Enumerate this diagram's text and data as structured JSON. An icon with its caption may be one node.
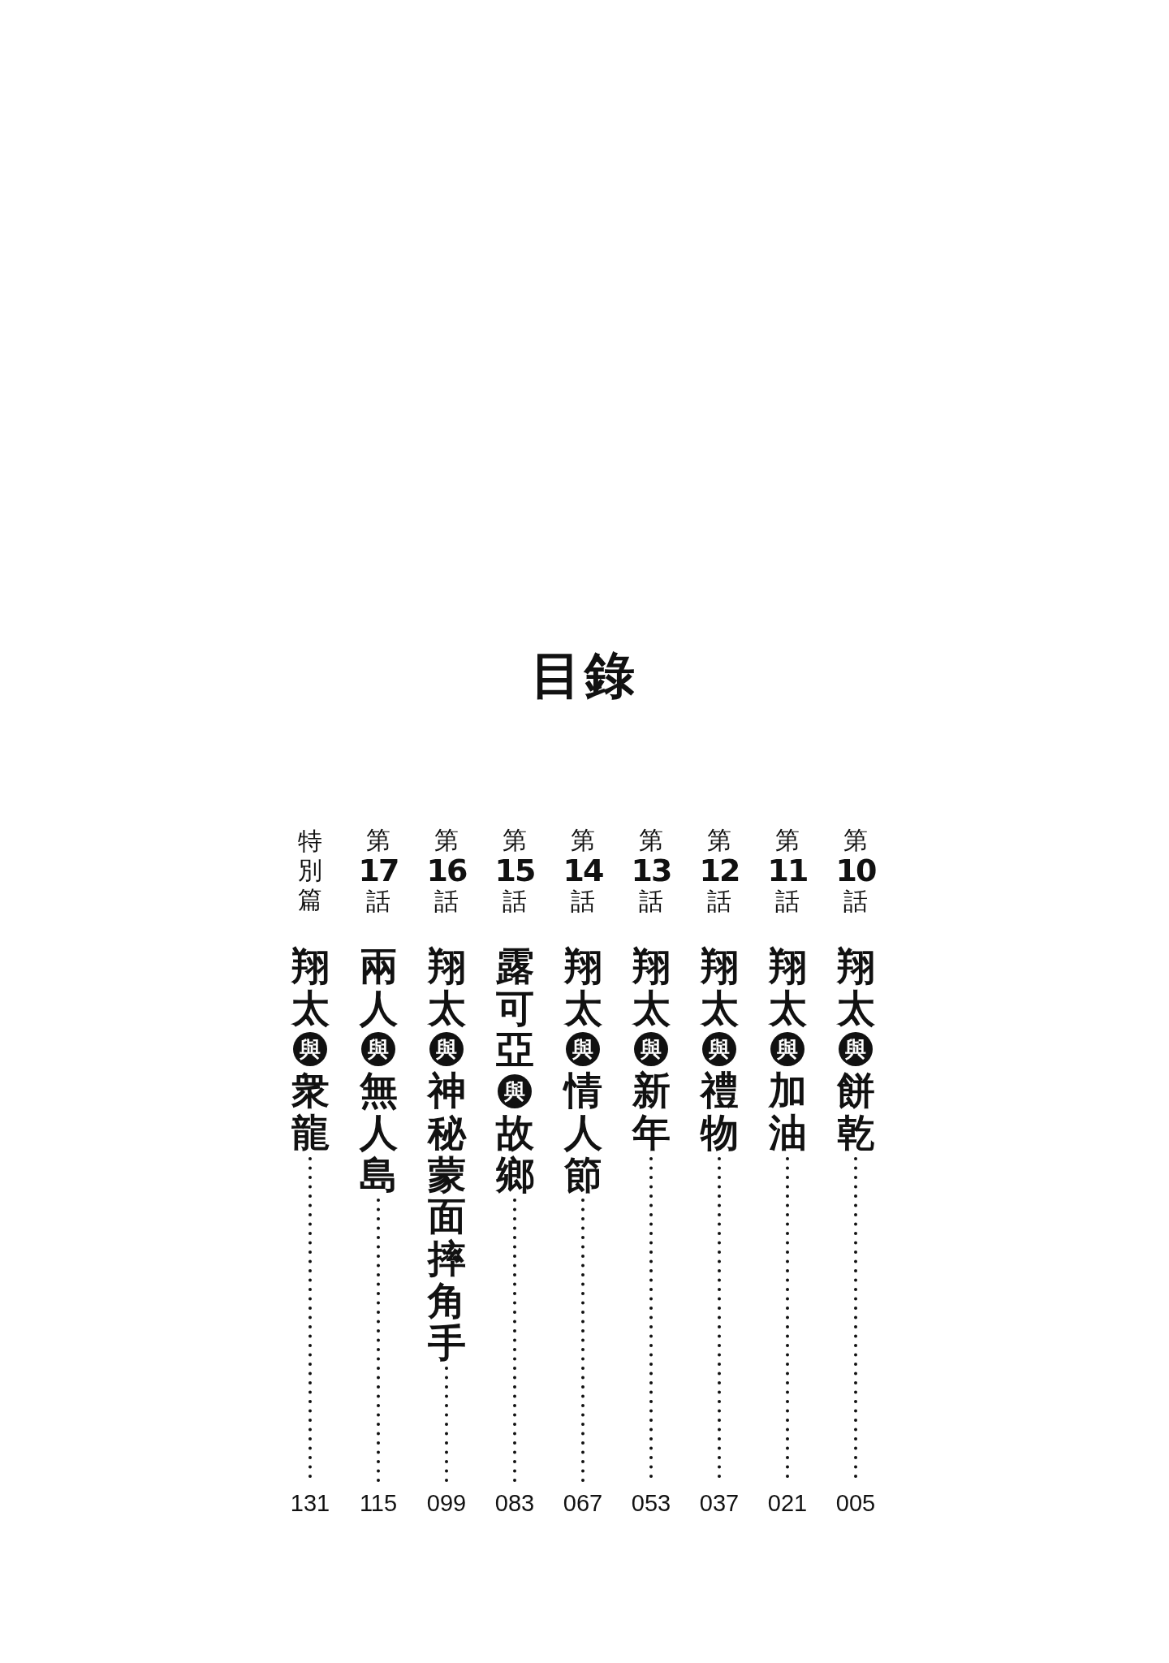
{
  "diagram": {
    "title": "目錄",
    "labels": [
      "第",
      "10",
      "話",
      "翔太",
      "與",
      "餅乾",
      "005",
      "第",
      "11",
      "話",
      "翔太",
      "與",
      "加油",
      "021",
      "第",
      "12",
      "話",
      "翔太",
      "與",
      "禮物",
      "037",
      "第",
      "13",
      "話",
      "翔太",
      "與",
      "新年",
      "053",
      "第",
      "14",
      "話",
      "翔太",
      "與",
      "情人節",
      "067",
      "第",
      "15",
      "話",
      "露可亞",
      "與",
      "故鄉",
      "083",
      "第",
      "16",
      "話",
      "翔太",
      "與",
      "神秘蒙面摔角手",
      "099",
      "第",
      "17",
      "話",
      "兩人",
      "與",
      "無人島",
      "115",
      "特別篇",
      "翔太",
      "與",
      "衆龍",
      "131"
    ]
  }
}
